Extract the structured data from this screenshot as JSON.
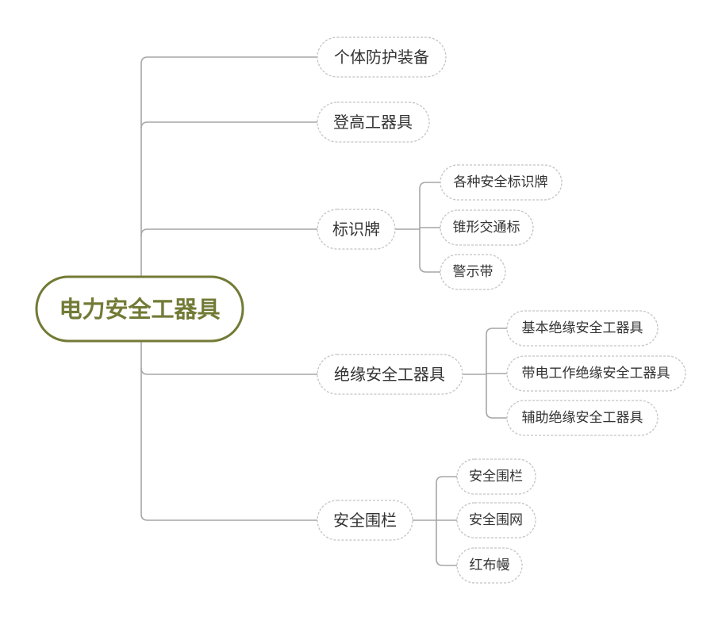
{
  "root": {
    "label": "电力安全工器具",
    "color": "#737a36"
  },
  "connector_color": "#a6a6a6",
  "node_border_color": "#c4c4c4",
  "text_color": "#333333",
  "branches": [
    {
      "label": "个体防护装备",
      "children": []
    },
    {
      "label": "登高工器具",
      "children": []
    },
    {
      "label": "标识牌",
      "children": [
        "各种安全标识牌",
        "锥形交通标",
        "警示带"
      ]
    },
    {
      "label": "绝缘安全工器具",
      "children": [
        "基本绝缘安全工器具",
        "带电工作绝缘安全工器具",
        "辅助绝缘安全工器具"
      ]
    },
    {
      "label": "安全围栏",
      "children": [
        "安全围栏",
        "安全围网",
        "红布幔"
      ]
    }
  ]
}
